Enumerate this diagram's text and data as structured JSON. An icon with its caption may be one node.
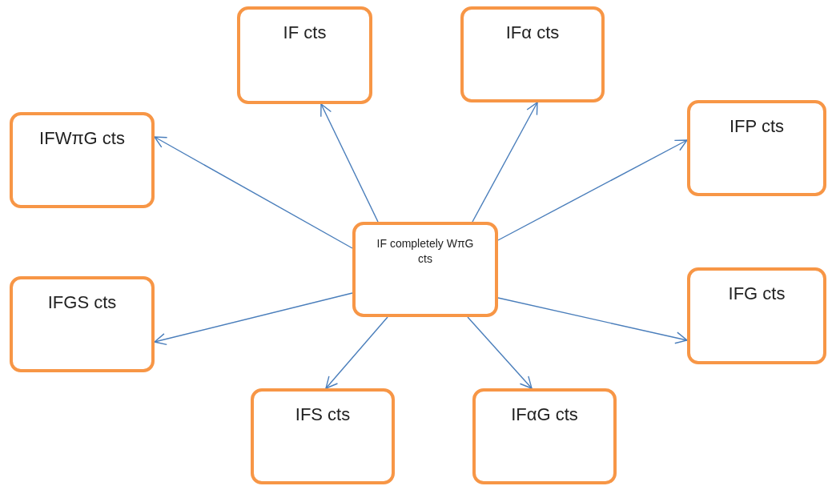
{
  "diagram": {
    "nodes": [
      {
        "text": [
          "IF completely WπG cts"
        ]
      },
      {
        "text": [
          "IF cts"
        ]
      },
      {
        "text": [
          "IFα cts"
        ]
      },
      {
        "text": [
          "IFP cts"
        ]
      },
      {
        "text": [
          "IFWπG cts"
        ]
      },
      {
        "text": [
          "IFG cts"
        ]
      },
      {
        "text": [
          "IFGS cts"
        ]
      },
      {
        "text": [
          "IFS cts"
        ]
      },
      {
        "text": [
          "IFαG cts"
        ]
      }
    ],
    "edges": [
      {
        "from": 0,
        "to": 1,
        "arrow": "to"
      },
      {
        "from": 0,
        "to": 2,
        "arrow": "to"
      },
      {
        "from": 0,
        "to": 3,
        "arrow": "to"
      },
      {
        "from": 0,
        "to": 4,
        "arrow": "to"
      },
      {
        "from": 0,
        "to": 5,
        "arrow": "to"
      },
      {
        "from": 0,
        "to": 6,
        "arrow": "to"
      },
      {
        "from": 0,
        "to": 7,
        "arrow": "to"
      },
      {
        "from": 0,
        "to": 8,
        "arrow": "to"
      }
    ]
  }
}
